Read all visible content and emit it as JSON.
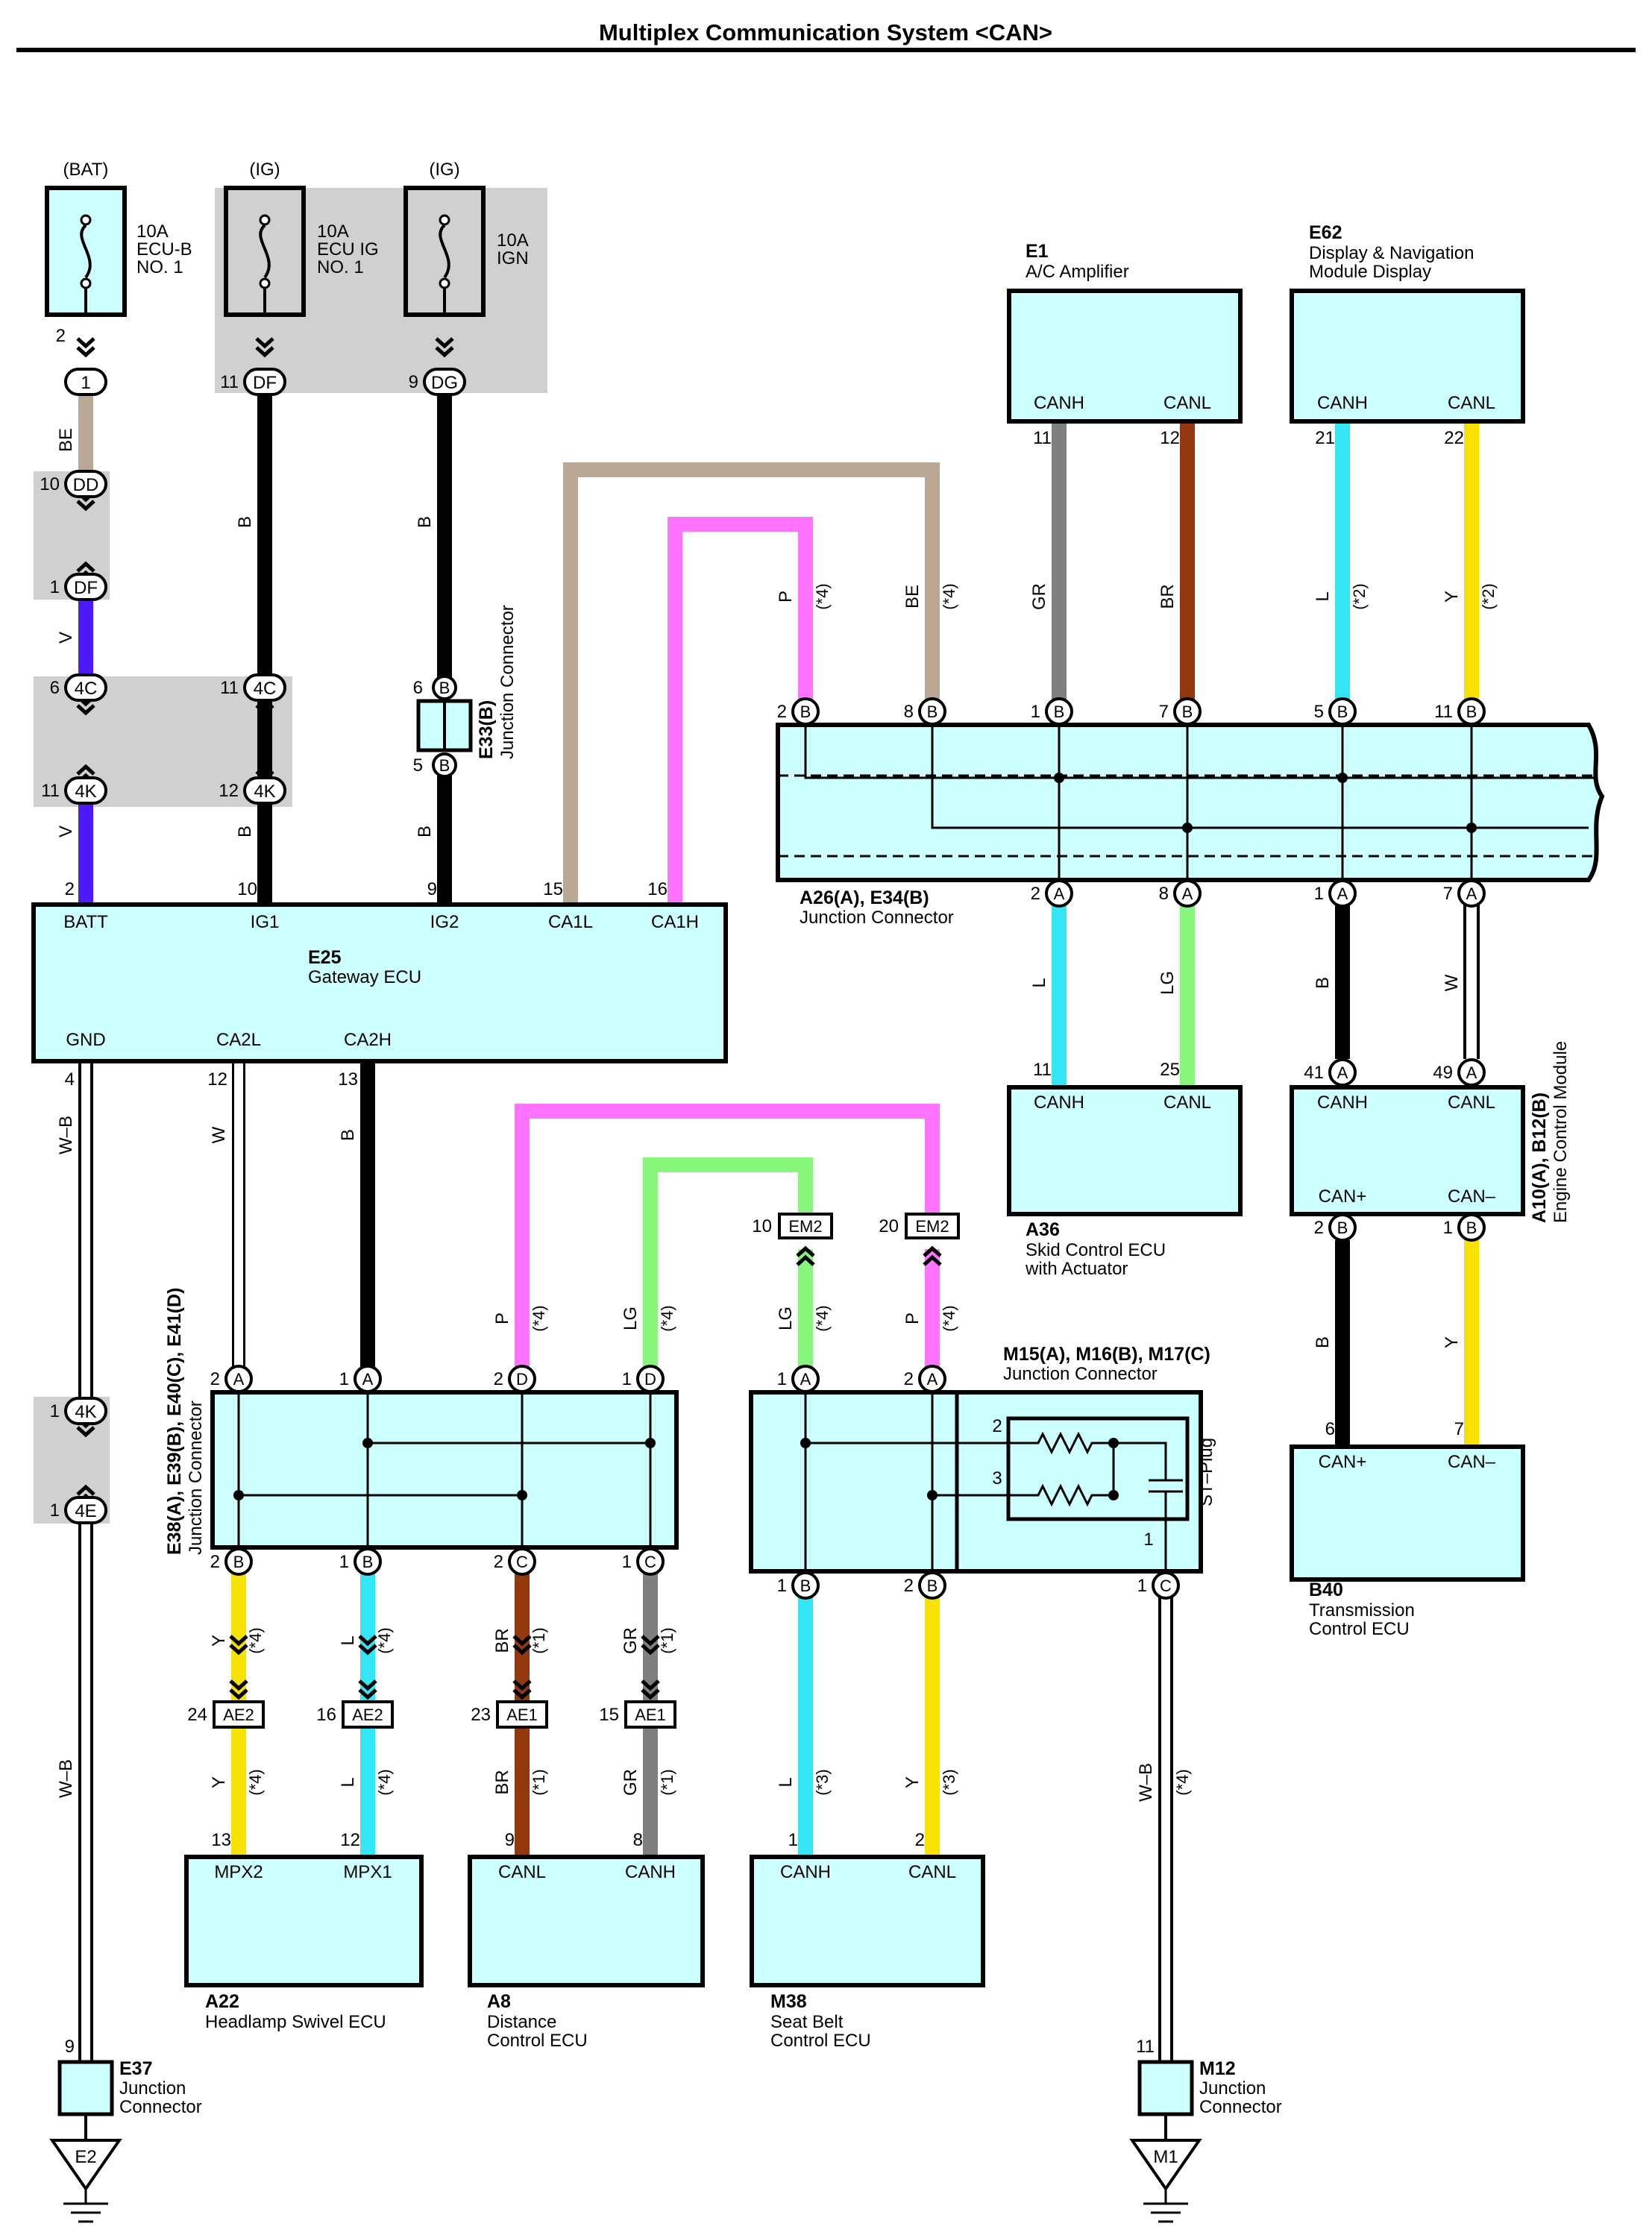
{
  "title": "Multiplex Communication System <CAN>",
  "colors": {
    "BE": "#b9a895",
    "B": "#000000",
    "V": "#4d1aff",
    "P": "#ff73ff",
    "GR": "#7f7f7f",
    "BR": "#93380f",
    "L": "#34e6f5",
    "Y": "#f7e100",
    "LG": "#86f77a",
    "W": "#ffffff",
    "W-B": "#ffffff",
    "box": "#ccffff",
    "shade": "#d0d0d0"
  },
  "fuses": [
    {
      "source": "(BAT)",
      "rating": "10A",
      "name1": "ECU-B",
      "name2": "NO. 1"
    },
    {
      "source": "(IG)",
      "rating": "10A",
      "name1": "ECU IG",
      "name2": "NO. 1"
    },
    {
      "source": "(IG)",
      "rating": "10A",
      "name1": "IGN",
      "name2": ""
    }
  ],
  "ecus": {
    "e1": {
      "code": "E1",
      "name": "A/C Amplifier",
      "pin_a": "CANH",
      "pin_b": "CANL"
    },
    "e62": {
      "code": "E62",
      "name1": "Display & Navigation",
      "name2": "Module Display",
      "pin_a": "CANH",
      "pin_b": "CANL"
    },
    "e25": {
      "code": "E25",
      "name": "Gateway ECU",
      "batt": "BATT",
      "ig1": "IG1",
      "ig2": "IG2",
      "ca1l": "CA1L",
      "ca1h": "CA1H",
      "gnd": "GND",
      "ca2l": "CA2L",
      "ca2h": "CA2H"
    },
    "a36": {
      "code": "A36",
      "name1": "Skid Control ECU",
      "name2": "with Actuator",
      "pin_a": "CANH",
      "pin_b": "CANL"
    },
    "ecm": {
      "code": "A10(A), B12(B)",
      "name": "Engine Control Module",
      "pin_a": "CANH",
      "pin_b": "CANL",
      "pin_c": "CAN+",
      "pin_d": "CAN–"
    },
    "b40": {
      "code": "B40",
      "name1": "Transmission",
      "name2": "Control ECU",
      "pin_a": "CAN+",
      "pin_b": "CAN–"
    },
    "a22": {
      "code": "A22",
      "name": "Headlamp Swivel ECU",
      "pin_a": "MPX2",
      "pin_b": "MPX1"
    },
    "a8": {
      "code": "A8",
      "name1": "Distance",
      "name2": "Control ECU",
      "pin_a": "CANL",
      "pin_b": "CANH"
    },
    "m38": {
      "code": "M38",
      "name1": "Seat Belt",
      "name2": "Control ECU",
      "pin_a": "CANH",
      "pin_b": "CANL"
    }
  },
  "junctions": {
    "e33": {
      "code": "E33(B)",
      "name": "Junction Connector"
    },
    "a26": {
      "code": "A26(A), E34(B)",
      "name": "Junction Connector"
    },
    "e38": {
      "code": "E38(A), E39(B), E40(C), E41(D)",
      "name": "Junction Connector"
    },
    "m15": {
      "code": "M15(A), M16(B), M17(C)",
      "name": "Junction Connector",
      "plug": "ST–Plug"
    },
    "e37": {
      "code": "E37",
      "name1": "Junction",
      "name2": "Connector",
      "ground": "E2"
    },
    "m12": {
      "code": "M12",
      "name1": "Junction",
      "name2": "Connector",
      "ground": "M1"
    }
  },
  "connectors": {
    "c1": "1",
    "dd": "DD",
    "df": "DF",
    "dg": "DG",
    "c4c": "4C",
    "c4k": "4K",
    "c4e": "4E",
    "em2": "EM2",
    "ae1": "AE1",
    "ae2": "AE2",
    "pa": "A",
    "pb": "B",
    "pc": "C",
    "pd": "D"
  },
  "wires": {
    "be": "BE",
    "b": "B",
    "v": "V",
    "p": "P",
    "gr": "GR",
    "br": "BR",
    "l": "L",
    "y": "Y",
    "lg": "LG",
    "w": "W",
    "wb": "W–B"
  },
  "notes": {
    "n1": "(*1)",
    "n2": "(*2)",
    "n3": "(*3)",
    "n4": "(*4)"
  }
}
